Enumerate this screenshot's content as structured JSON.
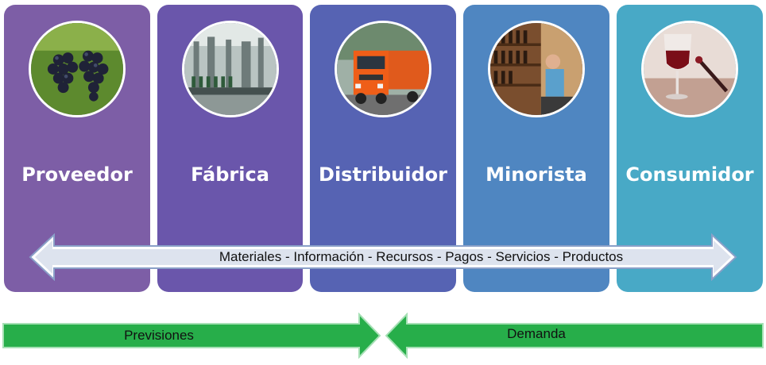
{
  "stages": [
    {
      "label": "Proveedor",
      "color": "#7d5ea6",
      "image": "grapes"
    },
    {
      "label": "Fábrica",
      "color": "#6a56ab",
      "image": "bottling-factory"
    },
    {
      "label": "Distribuidor",
      "color": "#5663b3",
      "image": "orange-truck"
    },
    {
      "label": "Minorista",
      "color": "#4f86c1",
      "image": "wine-shop"
    },
    {
      "label": "Consumidor",
      "color": "#48a9c6",
      "image": "wine-glass"
    }
  ],
  "flow": {
    "label": "Materiales - Información - Recursos - Pagos - Servicios - Productos"
  },
  "bottom": {
    "left_label": "Previsiones",
    "right_label": "Demanda",
    "color": "#27ae4a"
  }
}
